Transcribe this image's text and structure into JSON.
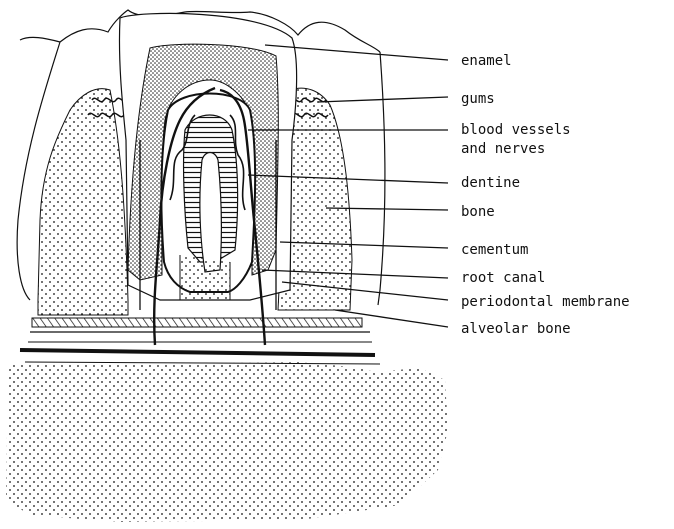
{
  "labels": {
    "enamel": "enamel",
    "gums": "gums",
    "blood_vessels_line1": "blood vessels",
    "blood_vessels_line2": "and nerves",
    "dentine": "dentine",
    "bone": "bone",
    "cementum": "cementum",
    "root_canal": "root canal",
    "periodontal_membrane": "periodontal membrane",
    "alveolar_bone": "alveolar bone"
  },
  "colors": {
    "ink": "#111111",
    "paper": "#ffffff"
  }
}
